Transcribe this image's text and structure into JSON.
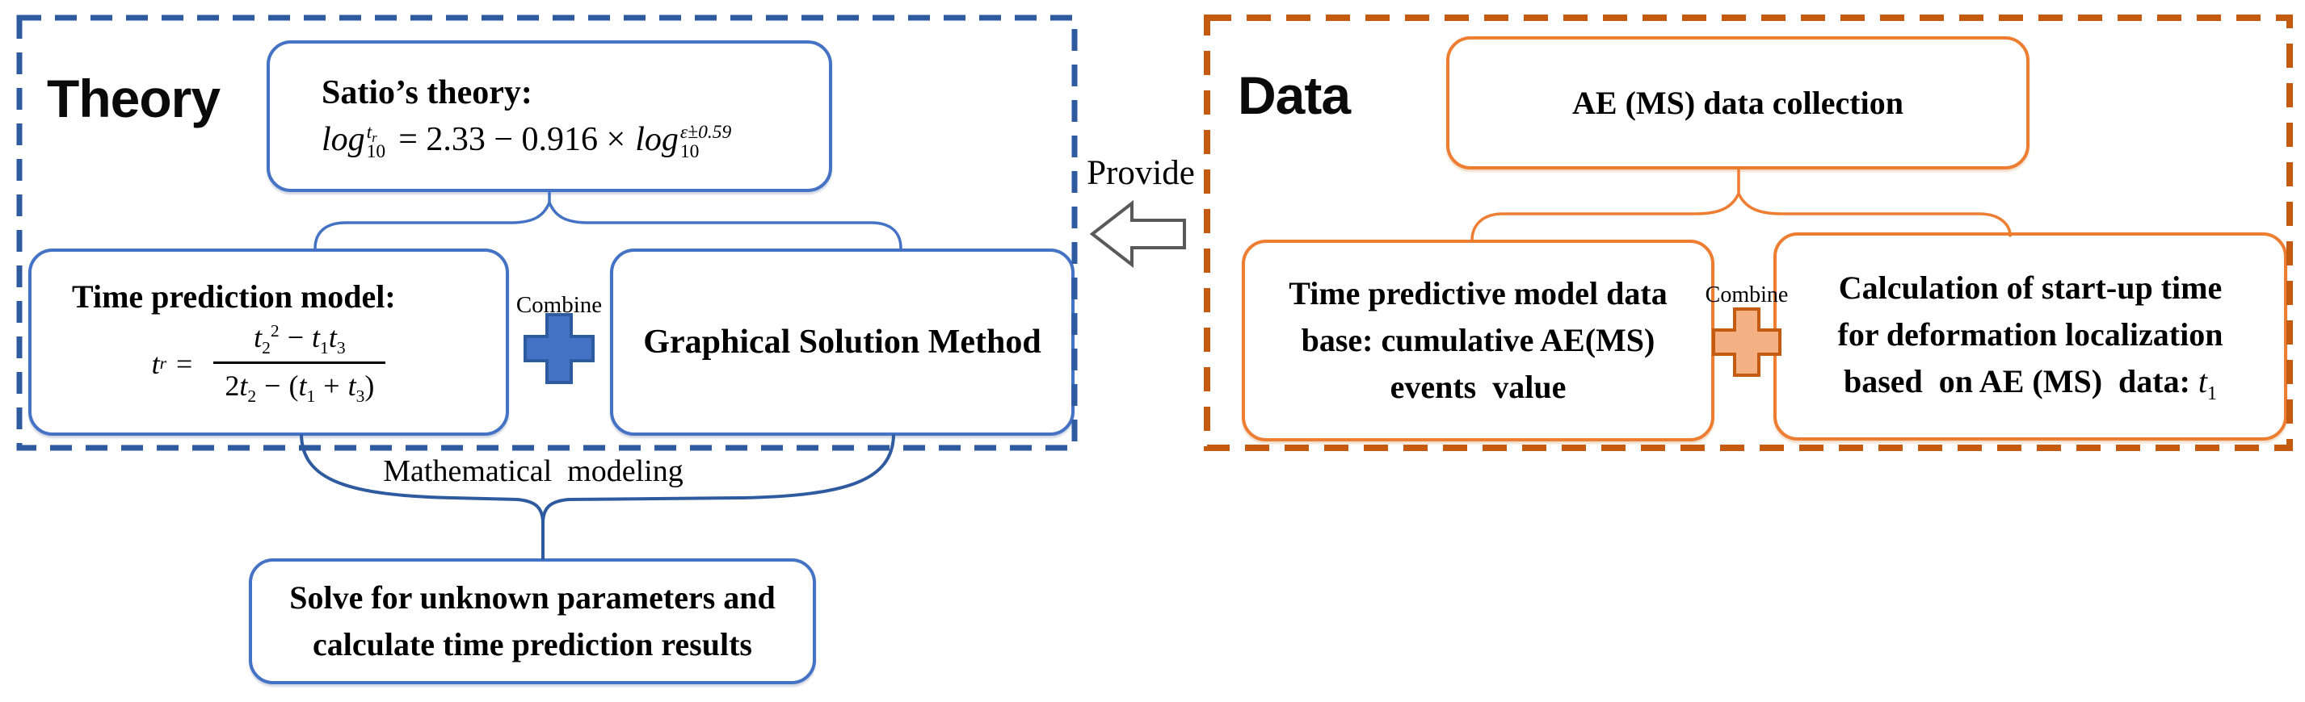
{
  "theory": {
    "label": "Theory",
    "satio_box": {
      "title": "Satio’s theory:",
      "formula": {
        "fn1": "log",
        "fn1_sup_t": "t",
        "fn1_sup_r": "r",
        "fn1_sub": "10",
        "mid": "= 2.33 − 0.916 ×",
        "fn2": "log",
        "fn2_sup": "ε̇±0.59",
        "fn2_sub": "10"
      }
    },
    "time_model_box": {
      "title": "Time prediction model:",
      "formula": {
        "lhs": "t",
        "lhs_sub": "r",
        "eq": "=",
        "num": {
          "v1": "t",
          "s1": "2",
          "e1": "2",
          "op": "−",
          "v2": "t",
          "s2": "1",
          "v3": "t",
          "s3": "3"
        },
        "den": {
          "c": "2",
          "v1": "t",
          "s1": "2",
          "op": "−",
          "open": "(",
          "v2": "t",
          "s2": "1",
          "plus": "+",
          "v3": "t",
          "s3": "3",
          "close": ")"
        }
      }
    },
    "combine_label": "Combine",
    "graphical_box": {
      "title": "Graphical Solution Method"
    },
    "modeling_label": "Mathematical  modeling",
    "solve_box": {
      "line1": "Solve for unknown parameters and",
      "line2": "calculate time prediction results"
    }
  },
  "provide": {
    "label": "Provide"
  },
  "data_section": {
    "label": "Data",
    "collection_box": {
      "title": "AE (MS) data collection"
    },
    "database_box": {
      "line1": "Time predictive model data",
      "line2": "base: cumulative AE(MS)",
      "line3": "events  value"
    },
    "combine_label": "Combine",
    "calculation_box": {
      "line1": "Calculation of start-up time",
      "line2": "for deformation localization",
      "line3": "based  on AE (MS)  data: ",
      "t_var": "t",
      "t_sub": "1"
    }
  },
  "colors": {
    "theory_box_blue": "#4472C4",
    "theory_dashed_blue": "#2E5A9F",
    "data_box_orange": "#ED7D31",
    "data_dashed_orange": "#C55A11",
    "plus_orange_fill": "#F4B183",
    "arrow_gray": "#595959"
  }
}
